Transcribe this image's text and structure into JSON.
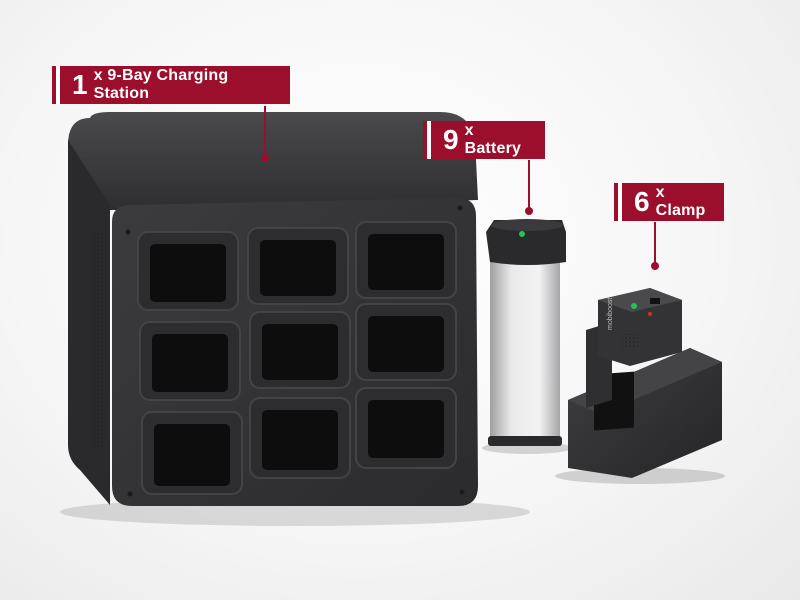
{
  "callouts": {
    "station": {
      "count": "1",
      "text": "x 9-Bay Charging Station"
    },
    "battery": {
      "count": "9",
      "text": "x Battery"
    },
    "clamp": {
      "count": "6",
      "text": "x Clamp"
    }
  },
  "colors": {
    "accent": "#9b0e2c",
    "station_body": "#3a3a3c",
    "battery_body": "#cfcfd1",
    "clamp_body": "#3b3b3d"
  },
  "products": {
    "station_bays": 9,
    "clamp_brand": "mobiboost"
  }
}
